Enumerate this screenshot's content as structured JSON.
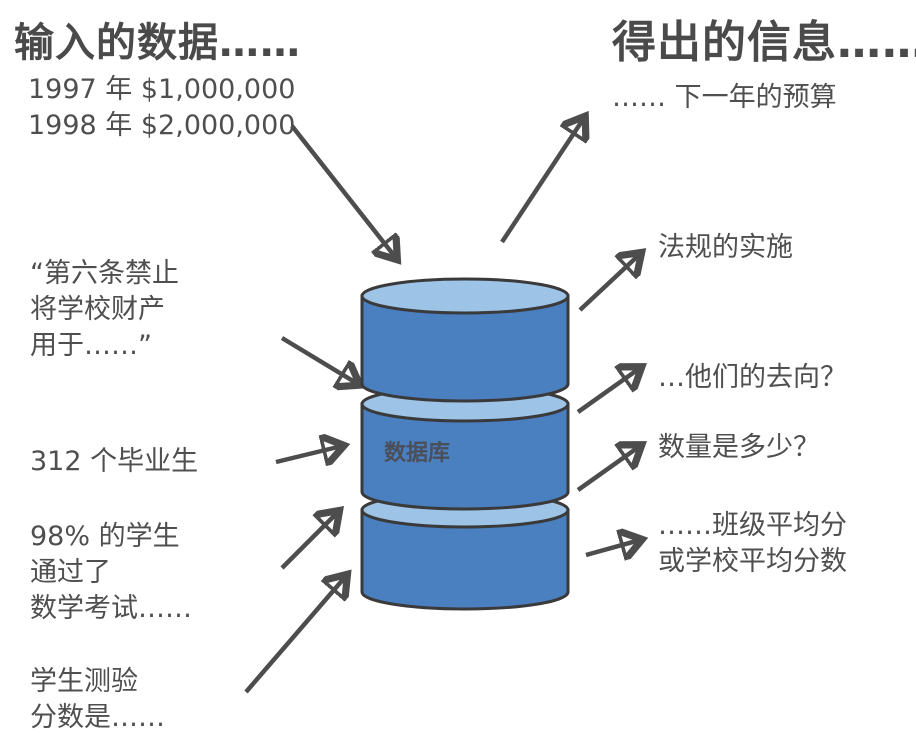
{
  "headings": {
    "input": "输入的数据……",
    "output": "得出的信息……"
  },
  "inputs": {
    "budget_lines": [
      "1997 年 $1,000,000",
      "1998 年 $2,000,000"
    ],
    "law_lines": [
      "“第六条禁止",
      "将学校财产",
      "用于……”"
    ],
    "graduates": "312 个毕业生",
    "math_lines": [
      "98% 的学生",
      "通过了",
      "数学考试……"
    ],
    "scores_lines": [
      "学生测验",
      "分数是……"
    ]
  },
  "database": {
    "label": "数据库",
    "colors": {
      "body": "#4a7fc0",
      "top": "#9dc3e6",
      "stroke": "#3a3a3a"
    }
  },
  "outputs": {
    "budget": "…… 下一年的预算",
    "law": "法规的实施",
    "where": "…他们的去向？",
    "count": "数量是多少？",
    "avg_lines": [
      "……班级平均分",
      "或学校平均分数"
    ]
  },
  "colors": {
    "arrow": "#4d4d4d",
    "text": "#4f4f4f"
  }
}
